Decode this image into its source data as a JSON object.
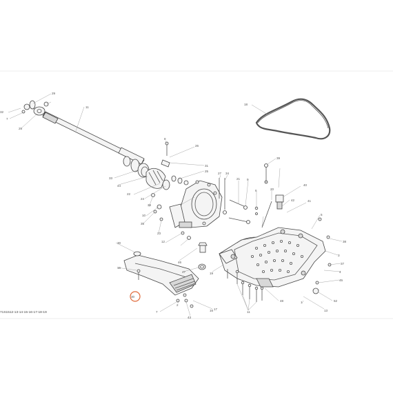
{
  "footer_ref": "71S1512-13-14-15-16-17-18-19",
  "callouts": [
    {
      "id": "c32",
      "text": "32"
    },
    {
      "id": "c7",
      "text": "7"
    },
    {
      "id": "c28",
      "text": "28"
    },
    {
      "id": "c29",
      "text": "29"
    },
    {
      "id": "c11a",
      "text": "11"
    },
    {
      "id": "c18",
      "text": "18"
    },
    {
      "id": "c8",
      "text": "8"
    },
    {
      "id": "c26",
      "text": "26"
    },
    {
      "id": "c31",
      "text": "31"
    },
    {
      "id": "c25",
      "text": "25"
    },
    {
      "id": "c44",
      "text": "44"
    },
    {
      "id": "c33",
      "text": "33"
    },
    {
      "id": "c22",
      "text": "22"
    },
    {
      "id": "c24",
      "text": "24"
    },
    {
      "id": "c40",
      "text": "40"
    },
    {
      "id": "c39",
      "text": "39"
    },
    {
      "id": "c27",
      "text": "27"
    },
    {
      "id": "c34",
      "text": "34"
    },
    {
      "id": "c21",
      "text": "21"
    },
    {
      "id": "c20",
      "text": "20"
    },
    {
      "id": "c41",
      "text": "41"
    },
    {
      "id": "c35",
      "text": "35"
    },
    {
      "id": "c23",
      "text": "23"
    },
    {
      "id": "c12",
      "text": "12"
    },
    {
      "id": "c36",
      "text": "36"
    },
    {
      "id": "c10",
      "text": "10"
    },
    {
      "id": "c9",
      "text": "9"
    },
    {
      "id": "c6",
      "text": "6"
    },
    {
      "id": "c30",
      "text": "30"
    },
    {
      "id": "c15",
      "text": "15"
    },
    {
      "id": "c46",
      "text": "46"
    },
    {
      "id": "c47",
      "text": "47"
    },
    {
      "id": "c5",
      "text": "5"
    },
    {
      "id": "c38",
      "text": "38"
    },
    {
      "id": "c3",
      "text": "3"
    },
    {
      "id": "c37",
      "text": "37"
    },
    {
      "id": "c4",
      "text": "4"
    },
    {
      "id": "c52",
      "text": "52"
    },
    {
      "id": "c45",
      "text": "45"
    },
    {
      "id": "c13",
      "text": "13"
    },
    {
      "id": "c11b",
      "text": "11"
    },
    {
      "id": "c48",
      "text": "48"
    },
    {
      "id": "c19",
      "text": "19"
    },
    {
      "id": "c1",
      "text": "1"
    },
    {
      "id": "c7b",
      "text": "7"
    },
    {
      "id": "c2",
      "text": "2"
    },
    {
      "id": "c43",
      "text": "43"
    },
    {
      "id": "c42",
      "text": "42"
    },
    {
      "id": "c30b",
      "text": "30"
    },
    {
      "id": "c16",
      "text": "16"
    },
    {
      "id": "c17",
      "text": "17"
    }
  ],
  "colors": {
    "highlight": "#e06a3a",
    "line": "#555555"
  }
}
